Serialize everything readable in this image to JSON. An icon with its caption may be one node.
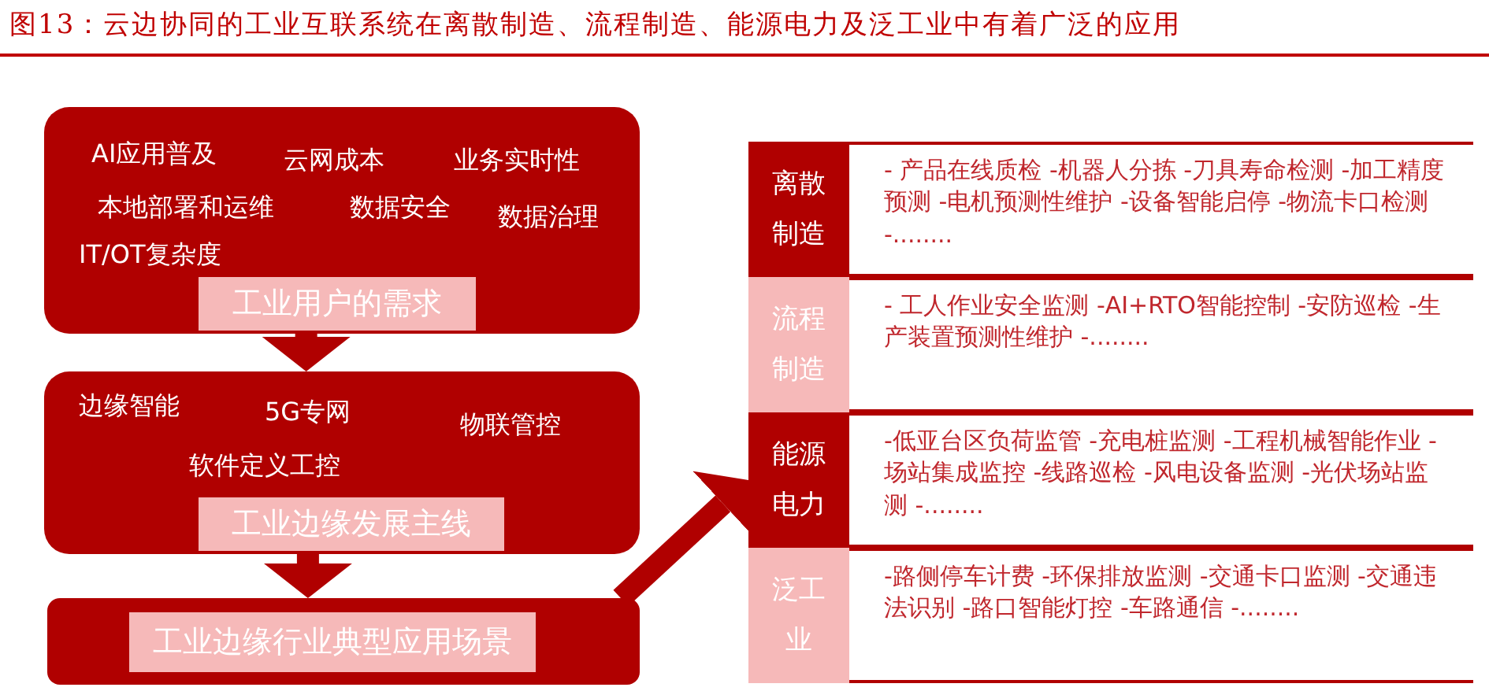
{
  "diagram": {
    "title": "图13：云边协同的工业互联系统在离散制造、流程制造、能源电力及泛工业中有着广泛的应用",
    "nodes": [
      {
        "text": [
          "AI应用普及",
          "云网成本",
          "业务实时性",
          "本地部署和运维",
          "数据安全",
          "数据治理",
          "IT/OT复杂度"
        ]
      },
      {
        "text": [
          "工业用户的需求"
        ],
        "in": 0
      },
      {
        "text": [
          "边缘智能",
          "5G专网",
          "物联管控",
          "软件定义工控"
        ]
      },
      {
        "text": [
          "工业边缘发展主线"
        ],
        "in": 2
      },
      {
        "text": [],
        "shape": "box"
      },
      {
        "text": [
          "工业边缘行业典型应用场景"
        ],
        "in": 4
      },
      {
        "text": [
          "离散制造",
          "- 产品在线质检 -机器人分拣 -刀具寿命检测 -加工精度预测 -电机预测性维护 -设备智能启停 -物流卡口检测 -........"
        ]
      },
      {
        "text": [
          "流程制造",
          "- 工人作业安全监测 -AI+RTO智能控制 -安防巡检 -生产装置预测性维护 -........"
        ]
      },
      {
        "text": [
          "能源电力",
          "-低亚台区负荷监管 -充电桩监测 -工程机械智能作业 -场站集成监控 -线路巡检 -风电设备监测 -光伏场站监测 -........"
        ]
      },
      {
        "text": [
          "泛工业",
          "-路侧停车计费 -环保排放监测 -交通卡口监测 -交通违法识别 -路口智能灯控 -车路通信 -........"
        ]
      }
    ],
    "edges": [
      {
        "from": 0,
        "to": 2,
        "arrow": "to"
      },
      {
        "from": 2,
        "to": 4,
        "arrow": "to"
      },
      {
        "from": 4,
        "to": 8,
        "arrow": "to"
      }
    ]
  }
}
